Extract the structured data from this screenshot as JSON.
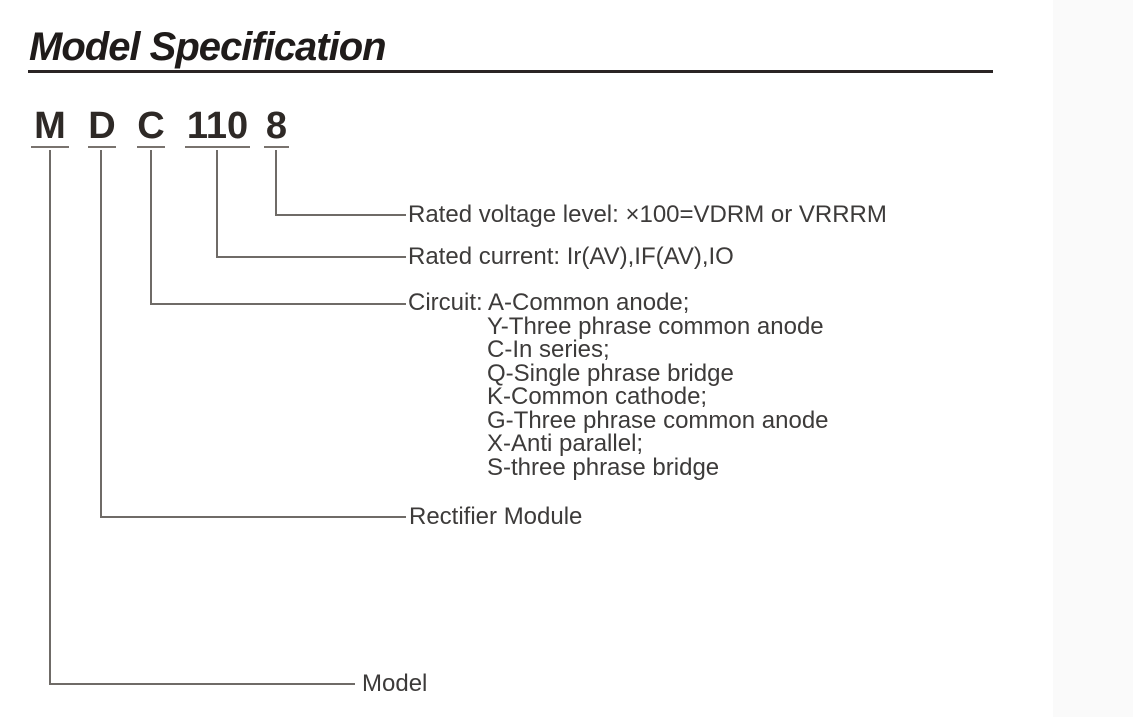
{
  "page": {
    "title": "Model Specification",
    "colors": {
      "background": "#ffffff",
      "title_text": "#1f1b1a",
      "title_rule": "#2a2424",
      "connector": "#6f6b67",
      "label_text": "#3d3b3a"
    }
  },
  "model_code": {
    "segments": [
      "M",
      "D",
      "C",
      "110",
      "8"
    ]
  },
  "callouts": {
    "voltage": "Rated voltage level: ×100=VDRM or VRRRM",
    "current": "Rated current: Ir(AV),IF(AV),IO",
    "circuit": {
      "label": "Circuit:",
      "options": [
        "A-Common anode;",
        "Y-Three phrase common anode",
        "C-In series;",
        "Q-Single phrase bridge",
        "K-Common cathode;",
        "G-Three phrase common anode",
        "X-Anti parallel;",
        "S-three phrase bridge"
      ]
    },
    "rectifier": "Rectifier Module",
    "model": "Model"
  }
}
